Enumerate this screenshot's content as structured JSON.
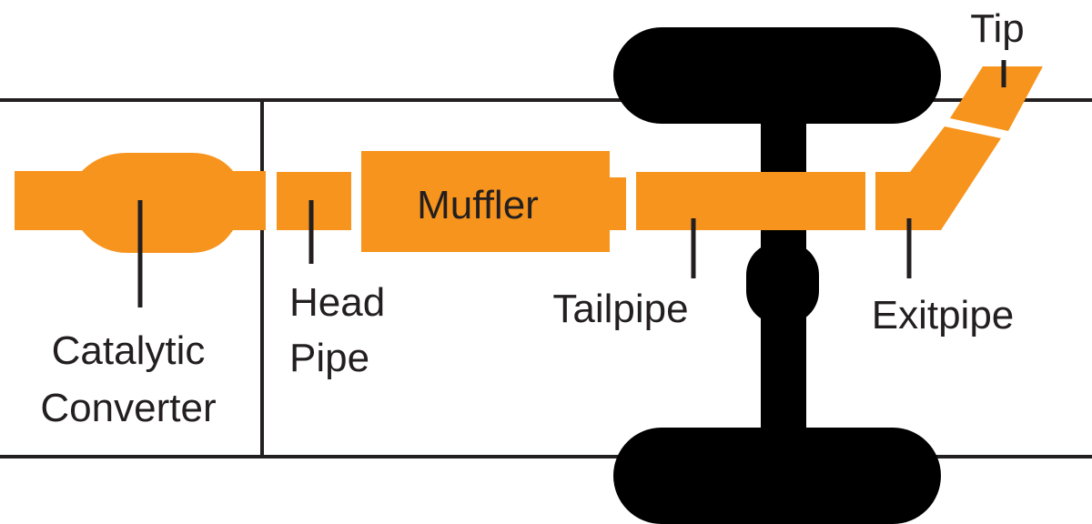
{
  "diagram": {
    "labels": {
      "catalytic_line1": "Catalytic",
      "catalytic_line2": "Converter",
      "head_line1": "Head",
      "head_line2": "Pipe",
      "muffler": "Muffler",
      "tailpipe": "Tailpipe",
      "exitpipe": "Exitpipe",
      "tip": "Tip"
    },
    "colors": {
      "pipe": "#f7941d",
      "axle": "#000000",
      "frame": "#231f20",
      "text": "#231f20",
      "background": "#ffffff"
    }
  }
}
